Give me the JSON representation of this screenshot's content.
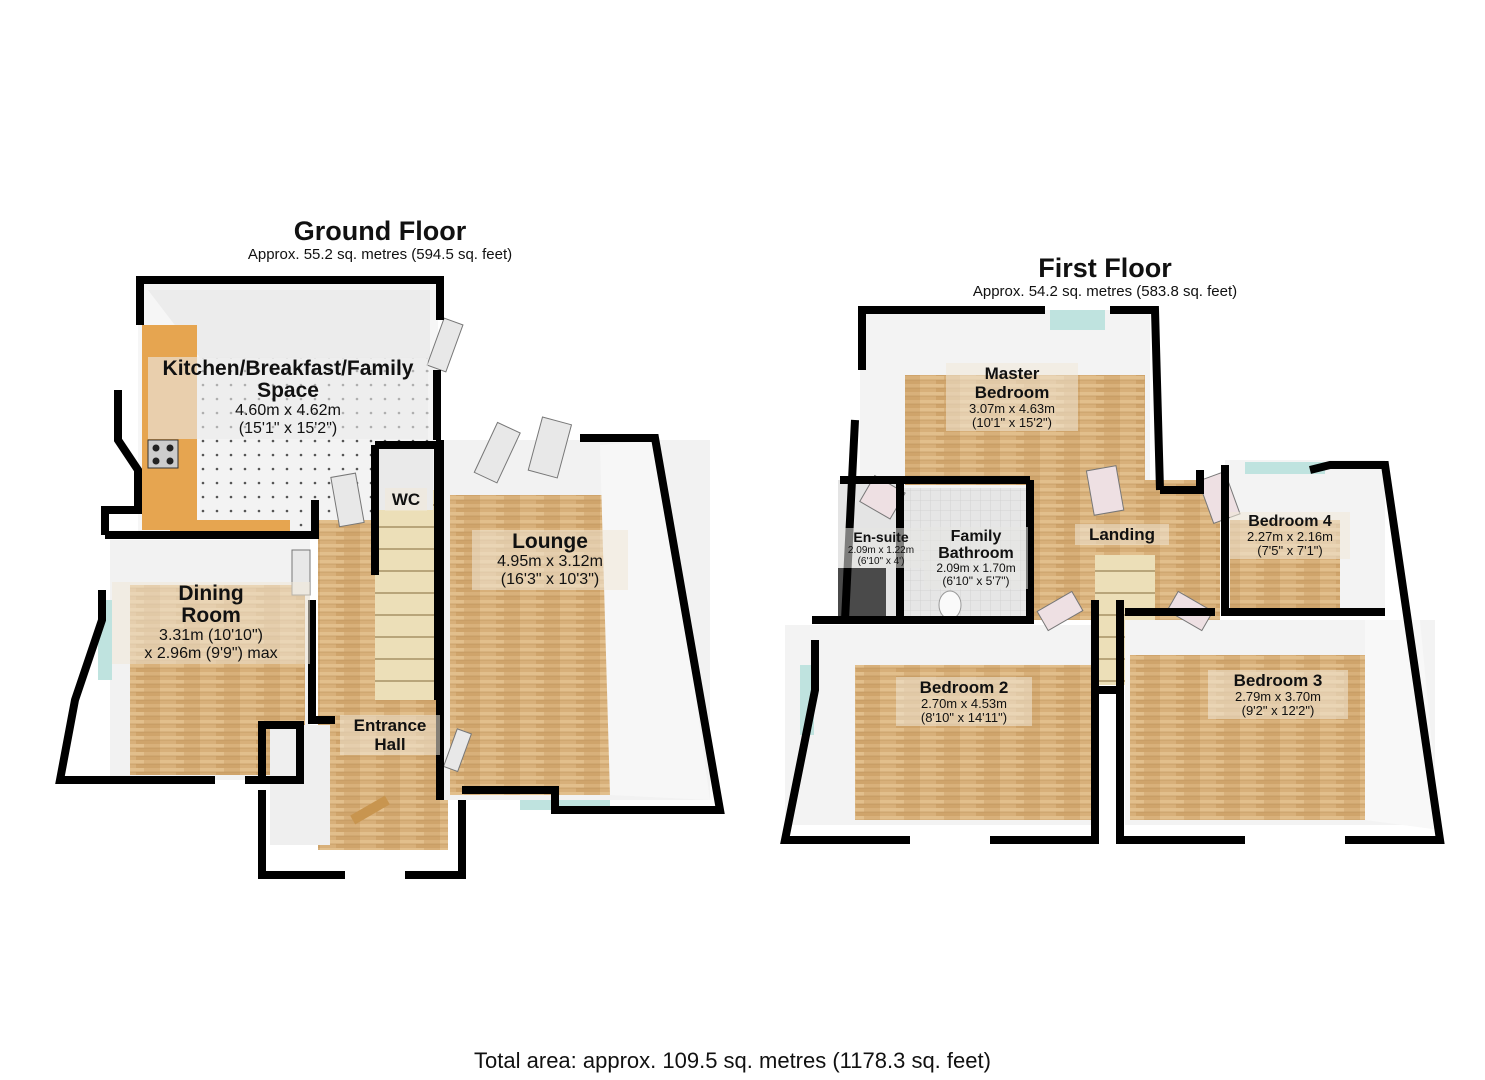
{
  "ground_floor": {
    "title": "Ground Floor",
    "area": "Approx. 55.2 sq. metres (594.5 sq. feet)",
    "rooms": {
      "kitchen": {
        "name_line1": "Kitchen/Breakfast/Family",
        "name_line2": "Space",
        "dim_metric": "4.60m x 4.62m",
        "dim_imperial": "(15'1\" x 15'2\")"
      },
      "dining": {
        "name_line1": "Dining",
        "name_line2": "Room",
        "dim_metric": "3.31m (10'10\")",
        "dim_imperial": "x 2.96m (9'9\") max"
      },
      "wc": {
        "name": "WC"
      },
      "lounge": {
        "name": "Lounge",
        "dim_metric": "4.95m x 3.12m",
        "dim_imperial": "(16'3\" x 10'3\")"
      },
      "entrance_hall": {
        "name_line1": "Entrance",
        "name_line2": "Hall"
      }
    }
  },
  "first_floor": {
    "title": "First Floor",
    "area": "Approx. 54.2 sq. metres (583.8 sq. feet)",
    "rooms": {
      "master_bedroom": {
        "name_line1": "Master",
        "name_line2": "Bedroom",
        "dim_metric": "3.07m x 4.63m",
        "dim_imperial": "(10'1\" x 15'2\")"
      },
      "en_suite": {
        "name": "En-suite",
        "dim_metric": "2.09m x 1.22m",
        "dim_imperial": "(6'10\" x 4')"
      },
      "family_bathroom": {
        "name_line1": "Family",
        "name_line2": "Bathroom",
        "dim_metric": "2.09m x 1.70m",
        "dim_imperial": "(6'10\" x 5'7\")"
      },
      "landing": {
        "name": "Landing"
      },
      "bedroom4": {
        "name": "Bedroom 4",
        "dim_metric": "2.27m x 2.16m",
        "dim_imperial": "(7'5\" x 7'1\")"
      },
      "bedroom2": {
        "name": "Bedroom 2",
        "dim_metric": "2.70m x 4.53m",
        "dim_imperial": "(8'10\" x 14'11\")"
      },
      "bedroom3": {
        "name": "Bedroom 3",
        "dim_metric": "2.79m x 3.70m",
        "dim_imperial": "(9'2\" x 12'2\")"
      }
    }
  },
  "total_area": "Total area: approx. 109.5 sq. metres (1178.3 sq. feet)",
  "colors": {
    "wall": "#000000",
    "wood_floor": "#d9b27a",
    "tile_floor": "#f2f2f2",
    "wall_face": "#f4f4f4",
    "window": "#bfe3df",
    "worktop": "#e5a24a"
  }
}
